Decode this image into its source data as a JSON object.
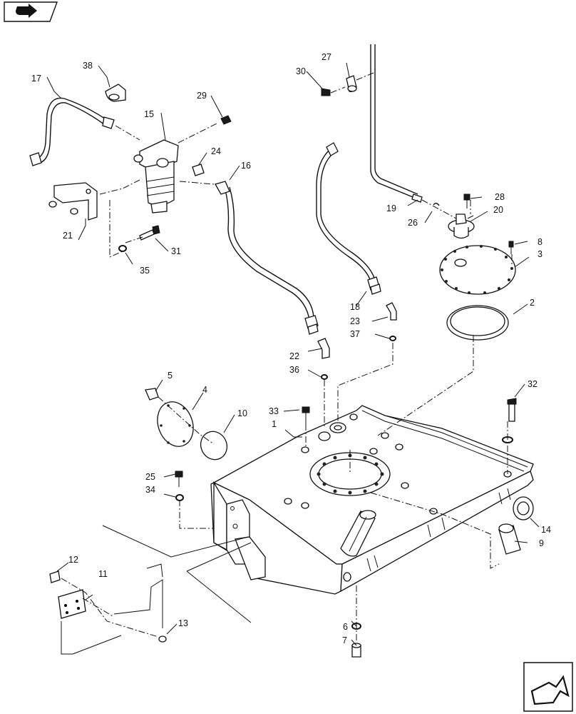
{
  "callouts": [
    {
      "id": "p1",
      "label": "1"
    },
    {
      "id": "p2",
      "label": "2"
    },
    {
      "id": "p3",
      "label": "3"
    },
    {
      "id": "p4",
      "label": "4"
    },
    {
      "id": "p5",
      "label": "5"
    },
    {
      "id": "p6",
      "label": "6"
    },
    {
      "id": "p7",
      "label": "7"
    },
    {
      "id": "p8",
      "label": "8"
    },
    {
      "id": "p9",
      "label": "9"
    },
    {
      "id": "p10",
      "label": "10"
    },
    {
      "id": "p11",
      "label": "11"
    },
    {
      "id": "p12",
      "label": "12"
    },
    {
      "id": "p13",
      "label": "13"
    },
    {
      "id": "p14",
      "label": "14"
    },
    {
      "id": "p15",
      "label": "15"
    },
    {
      "id": "p16",
      "label": "16"
    },
    {
      "id": "p17",
      "label": "17"
    },
    {
      "id": "p18",
      "label": "18"
    },
    {
      "id": "p19",
      "label": "19"
    },
    {
      "id": "p20",
      "label": "20"
    },
    {
      "id": "p21",
      "label": "21"
    },
    {
      "id": "p22",
      "label": "22"
    },
    {
      "id": "p23",
      "label": "23"
    },
    {
      "id": "p24",
      "label": "24"
    },
    {
      "id": "p25",
      "label": "25"
    },
    {
      "id": "p26",
      "label": "26"
    },
    {
      "id": "p27",
      "label": "27"
    },
    {
      "id": "p28",
      "label": "28"
    },
    {
      "id": "p29",
      "label": "29"
    },
    {
      "id": "p30",
      "label": "30"
    },
    {
      "id": "p31",
      "label": "31"
    },
    {
      "id": "p32",
      "label": "32"
    },
    {
      "id": "p33",
      "label": "33"
    },
    {
      "id": "p34",
      "label": "34"
    },
    {
      "id": "p35",
      "label": "35"
    },
    {
      "id": "p36",
      "label": "36"
    },
    {
      "id": "p37",
      "label": "37"
    },
    {
      "id": "p38",
      "label": "38"
    }
  ],
  "icons": {
    "top_left": "page-navigation-arrow-icon",
    "bottom_right": "next-page-arrow-icon"
  }
}
